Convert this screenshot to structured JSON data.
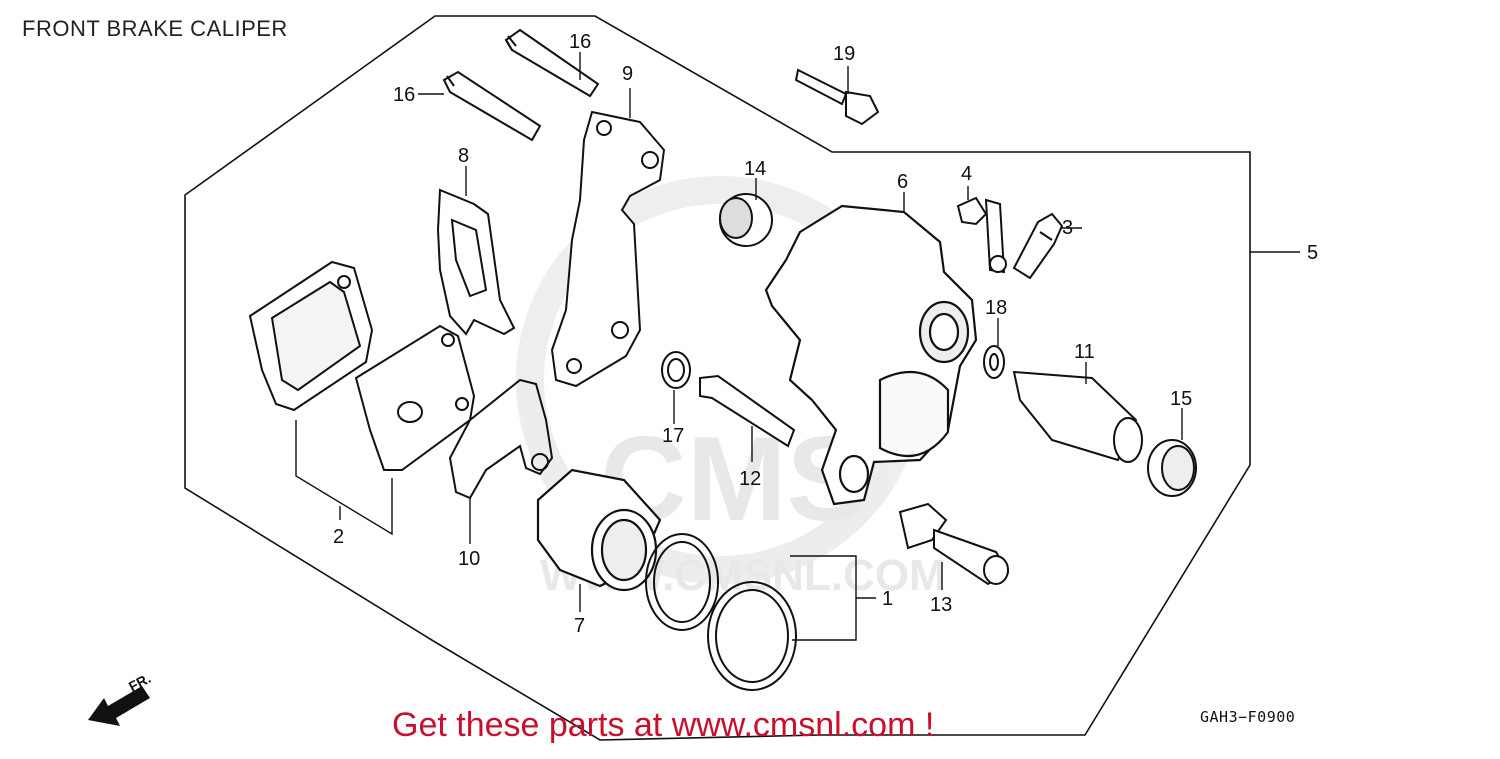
{
  "page": {
    "title": "FRONT BRAKE CALIPER",
    "cta": "Get these parts at www.cmsnl.com !",
    "code": "GAH3−F0900"
  },
  "watermark": {
    "logo": "CMS",
    "url": "WWW.CMSNL.COM"
  },
  "direction_label": "FR.",
  "callouts": [
    "1",
    "2",
    "3",
    "4",
    "5",
    "6",
    "7",
    "8",
    "9",
    "10",
    "11",
    "12",
    "13",
    "14",
    "15",
    "16",
    "16",
    "17",
    "18",
    "19"
  ]
}
